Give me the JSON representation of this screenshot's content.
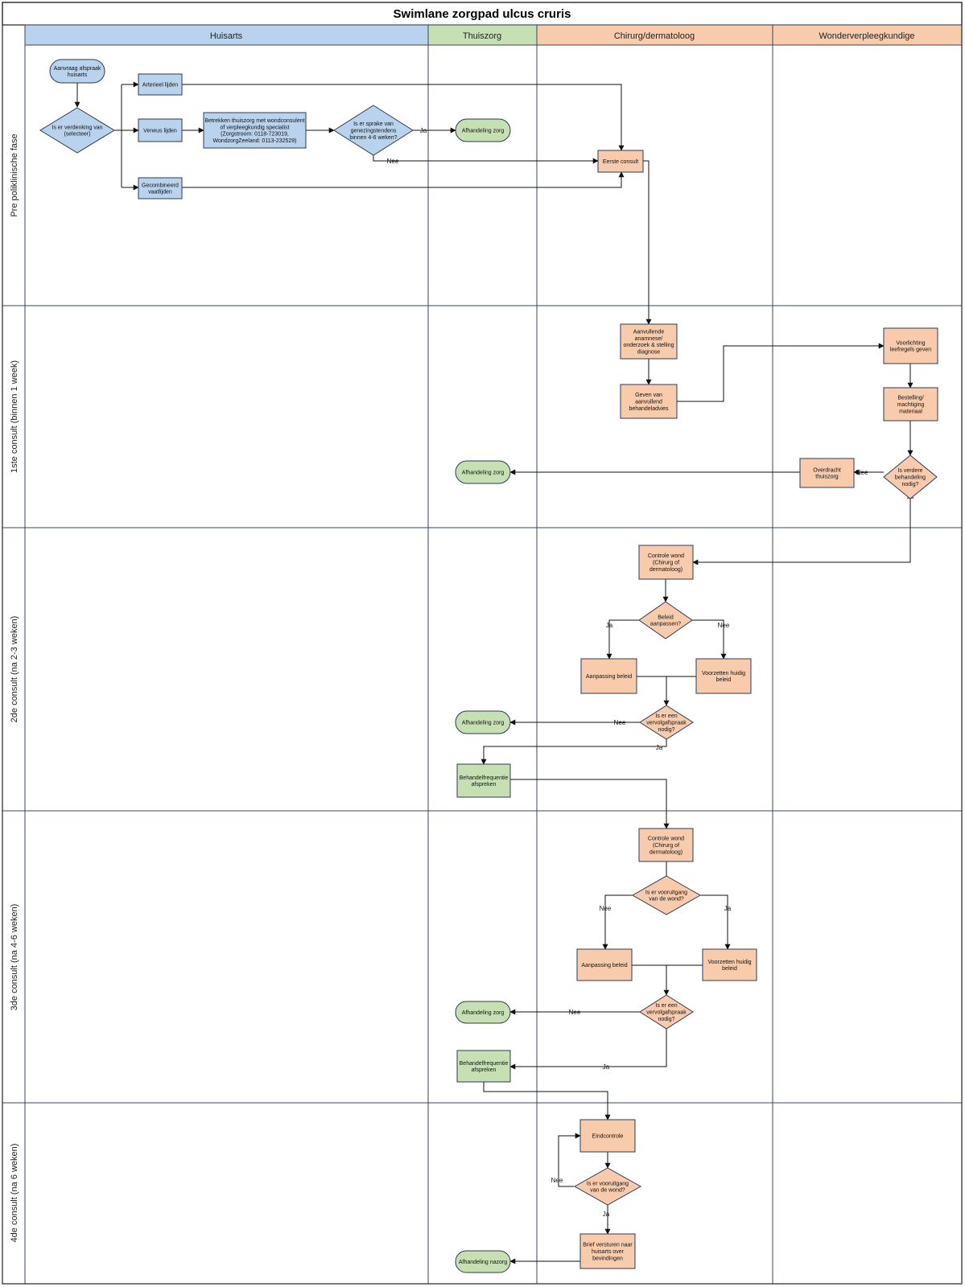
{
  "title": "Swimlane zorgpad ulcus cruris",
  "lanes": [
    {
      "label": "Huisarts",
      "color": "#b9d3ee"
    },
    {
      "label": "Thuiszorg",
      "color": "#c6e0b4"
    },
    {
      "label": "Chirurg/dermatoloog",
      "color": "#f8cbad"
    },
    {
      "label": "Wonderverpleegkundige",
      "color": "#f8cbad"
    }
  ],
  "phases": [
    "Pre poliklinische fase",
    "1ste consult (binnen 1 week)",
    "2de consult (na 2-3 weken)",
    "3de consult (na 4-6 weken)",
    "4de consult (na 6 weken)"
  ],
  "colors": {
    "huisarts": "#b9d3ee",
    "thuiszorg": "#c6e0b4",
    "specialist": "#f8cbad",
    "node_stroke": "#2f3b52"
  },
  "nodes": [
    {
      "id": "aanvraag",
      "lines": [
        "Aanvraag afspraak",
        "huisarts"
      ]
    },
    {
      "id": "verdenking",
      "lines": [
        "Is er verdenking van",
        "(selecteer)"
      ]
    },
    {
      "id": "arterieel",
      "lines": [
        "Arterieel lijden"
      ]
    },
    {
      "id": "veneus",
      "lines": [
        "Veneus lijden"
      ]
    },
    {
      "id": "gecombineerd",
      "lines": [
        "Gecombineerd",
        "vaatlijden"
      ]
    },
    {
      "id": "betrekken",
      "lines": [
        "Betrekken thuiszorg met wondconsulent",
        "of verpleegkundig specialist",
        "(Zorgstroom: 0118-723019,",
        "WondzorgZeeland: 0113-232529)"
      ]
    },
    {
      "id": "genezing",
      "lines": [
        "Is er sprake van",
        "genezingstendens",
        "binnen 4-6 weken?"
      ]
    },
    {
      "id": "afh1",
      "lines": [
        "Afhandeling zorg"
      ]
    },
    {
      "id": "eerste",
      "lines": [
        "Eerste consult"
      ]
    },
    {
      "id": "aanvullende",
      "lines": [
        "Aanvullende",
        "anamnese/",
        "onderzoek & stelling",
        "diagnose"
      ]
    },
    {
      "id": "geven",
      "lines": [
        "Geven van",
        "aanvullend",
        "behandeladvies"
      ]
    },
    {
      "id": "voorlichting",
      "lines": [
        "Voorlichting",
        "leefregels geven"
      ]
    },
    {
      "id": "bestelling",
      "lines": [
        "Bestelling/",
        "machtiging",
        "materiaal"
      ]
    },
    {
      "id": "verdere",
      "lines": [
        "Is verdere",
        "behandeling",
        "nodig?"
      ]
    },
    {
      "id": "overdracht",
      "lines": [
        "Overdracht",
        "thuiszorg"
      ]
    },
    {
      "id": "afh2",
      "lines": [
        "Afhandeling zorg"
      ]
    },
    {
      "id": "controle1",
      "lines": [
        "Controle wond",
        "(Chirurg of",
        "dermatoloog)"
      ]
    },
    {
      "id": "beleid",
      "lines": [
        "Beleid",
        "aanpassen?"
      ]
    },
    {
      "id": "aanpassing1",
      "lines": [
        "Aanpassing beleid"
      ]
    },
    {
      "id": "voortzetten1",
      "lines": [
        "Voorzetten huidig",
        "beleid"
      ]
    },
    {
      "id": "vervolg1",
      "lines": [
        "Is er een",
        "vervolgafspraak",
        "nodig?"
      ]
    },
    {
      "id": "afh3",
      "lines": [
        "Afhandeling zorg"
      ]
    },
    {
      "id": "freq1",
      "lines": [
        "Behandelfrequentie",
        "afspreken"
      ]
    },
    {
      "id": "controle2",
      "lines": [
        "Controle wond",
        "(Chirurg of",
        "dermatoloog)"
      ]
    },
    {
      "id": "vooruitgang1",
      "lines": [
        "Is er vooruitgang",
        "van de wond?"
      ]
    },
    {
      "id": "aanpassing2",
      "lines": [
        "Aanpassing beleid"
      ]
    },
    {
      "id": "voortzetten2",
      "lines": [
        "Voorzetten huidig",
        "beleid"
      ]
    },
    {
      "id": "vervolg2",
      "lines": [
        "Is er een",
        "vervolgafspraak",
        "nodig?"
      ]
    },
    {
      "id": "afh4",
      "lines": [
        "Afhandeling zorg"
      ]
    },
    {
      "id": "freq2",
      "lines": [
        "Behandelfrequentie",
        "afspreken"
      ]
    },
    {
      "id": "eindcontrole",
      "lines": [
        "Eindcontrole"
      ]
    },
    {
      "id": "vooruitgang2",
      "lines": [
        "Is er vooruitgang",
        "van de wond?"
      ]
    },
    {
      "id": "brief",
      "lines": [
        "Brief versturen naar",
        "huisarts over",
        "bevindingen"
      ]
    },
    {
      "id": "afhnazorg",
      "lines": [
        "Afhandeling nazorg"
      ]
    }
  ],
  "edge_labels": {
    "ja": "Ja",
    "nee": "Nee"
  }
}
